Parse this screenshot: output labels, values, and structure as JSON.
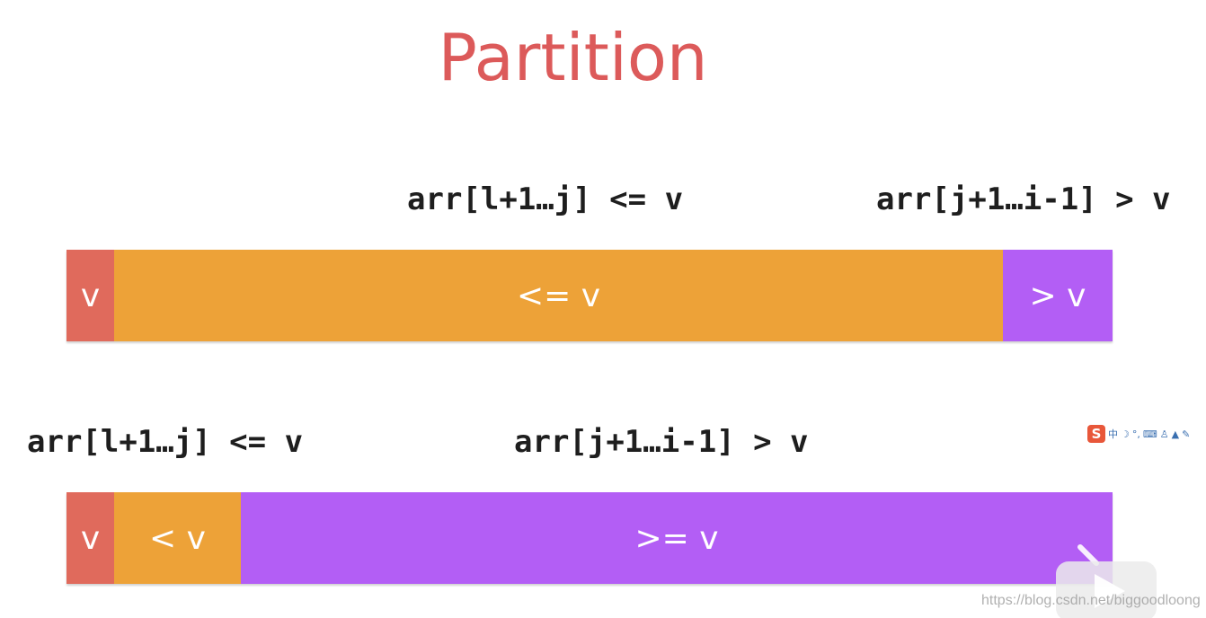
{
  "title": "Partition",
  "colors": {
    "title": "#dc5a5a",
    "pivot": "#e06a5c",
    "less_equal": "#eda238",
    "greater": "#b35ef5",
    "text": "#1e1e1e"
  },
  "diagram1": {
    "label_left": "arr[l+1…j] <= v",
    "label_right": "arr[j+1…i-1] > v",
    "segments": [
      {
        "text": "v"
      },
      {
        "text": "<= v"
      },
      {
        "text": "> v"
      }
    ]
  },
  "diagram2": {
    "label_left": "arr[l+1…j] <= v",
    "label_right": "arr[j+1…i-1] > v",
    "segments": [
      {
        "text": "v"
      },
      {
        "text": "< v"
      },
      {
        "text": ">= v"
      }
    ]
  },
  "ime_toolbar": {
    "logo": "S",
    "mode": "中",
    "icons": [
      "moon-icon",
      "punctuation-icon",
      "keyboard-icon",
      "user-icon",
      "shirt-icon",
      "wrench-icon"
    ]
  },
  "watermark": "https://blog.csdn.net/biggoodloong"
}
